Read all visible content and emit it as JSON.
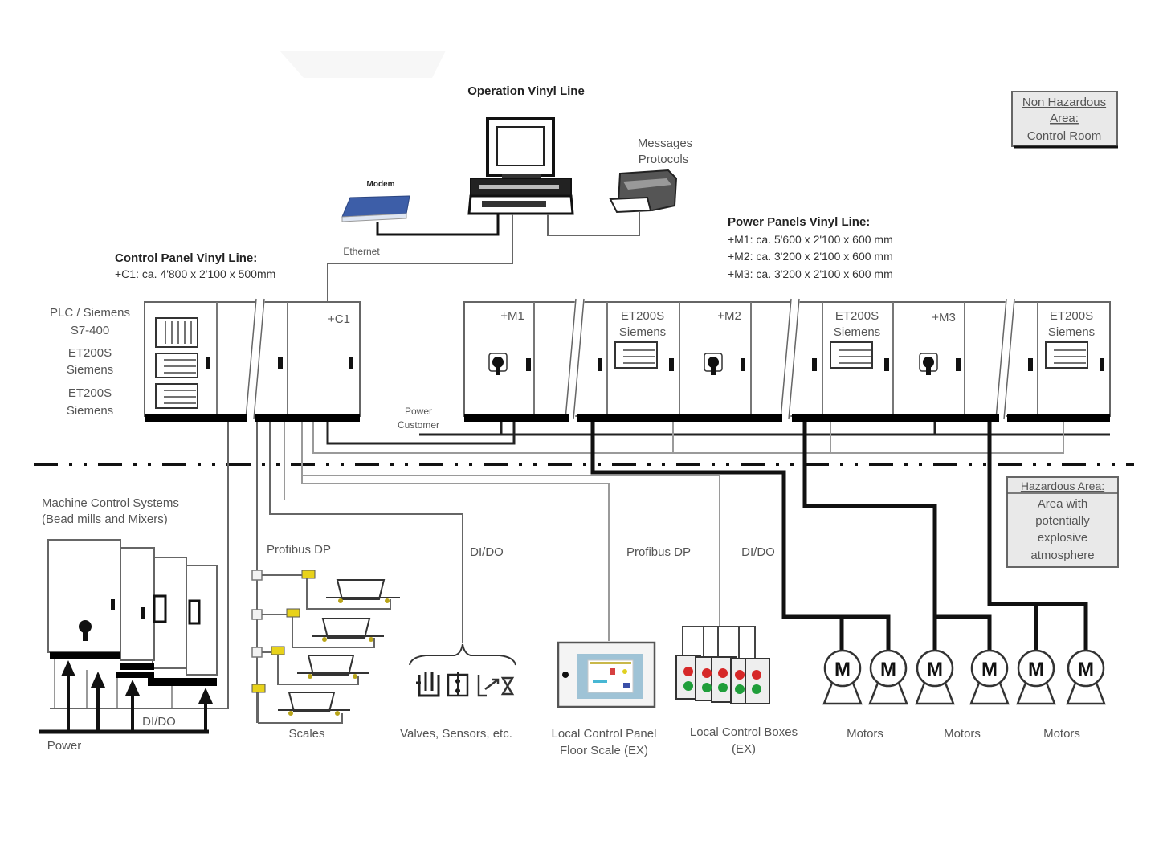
{
  "diagram": {
    "title": "Operation Vinyl Line",
    "workstation": {
      "modem_label": "Modem",
      "printer_label_1": "Messages",
      "printer_label_2": "Protocols",
      "network_label": "Ethernet"
    },
    "control_panel": {
      "heading": "Control Panel Vinyl Line:",
      "spec": "+C1: ca. 4'800 x 2'100 x 500mm",
      "tag": "+C1",
      "side_labels": [
        "PLC / Siemens",
        "S7-400",
        "ET200S",
        "Siemens",
        "ET200S",
        "Siemens"
      ]
    },
    "power_panels": {
      "heading": "Power Panels Vinyl Line:",
      "specs": [
        "+M1: ca. 5'600 x 2'100 x 600 mm",
        "+M2: ca. 3'200 x 2'100 x 600 mm",
        "+M3: ca. 3'200 x 2'100 x 600 mm"
      ],
      "tags": [
        "+M1",
        "+M2",
        "+M3"
      ],
      "et200s_label_1": "ET200S",
      "et200s_label_2": "Siemens"
    },
    "power_customer": [
      "Power",
      "Customer"
    ],
    "non_hazardous": {
      "title": "Non Hazardous",
      "line2": "Area:",
      "line3": "Control Room"
    },
    "hazardous": {
      "title": "Hazardous Area:",
      "lines": [
        "Area with",
        "potentially",
        "explosive",
        "atmosphere"
      ]
    },
    "field": {
      "machine_control_1": "Machine Control Systems",
      "machine_control_2": "(Bead mills and Mixers)",
      "didio_label": "DI/DO",
      "power_label": "Power",
      "profibus_1": "Profibus DP",
      "scales_label": "Scales",
      "didio_2": "DI/DO",
      "valves_label": "Valves, Sensors, etc.",
      "profibus_2": "Profibus DP",
      "local_panel_1": "Local Control Panel",
      "local_panel_2": "Floor Scale (EX)",
      "didio_3": "DI/DO",
      "local_boxes_1": "Local Control Boxes",
      "local_boxes_2": "(EX)",
      "motor_symbol": "M",
      "motors_labels": [
        "Motors",
        "Motors",
        "Motors"
      ]
    },
    "colors": {
      "modem_blue": "#3d5ea8",
      "scale_tag_yellow": "#e8d21a",
      "hmi_screen": "#9fc3d6",
      "button_red": "#d62828",
      "button_green": "#1f9e3a",
      "area_box_grey": "#e9e9e9"
    }
  }
}
